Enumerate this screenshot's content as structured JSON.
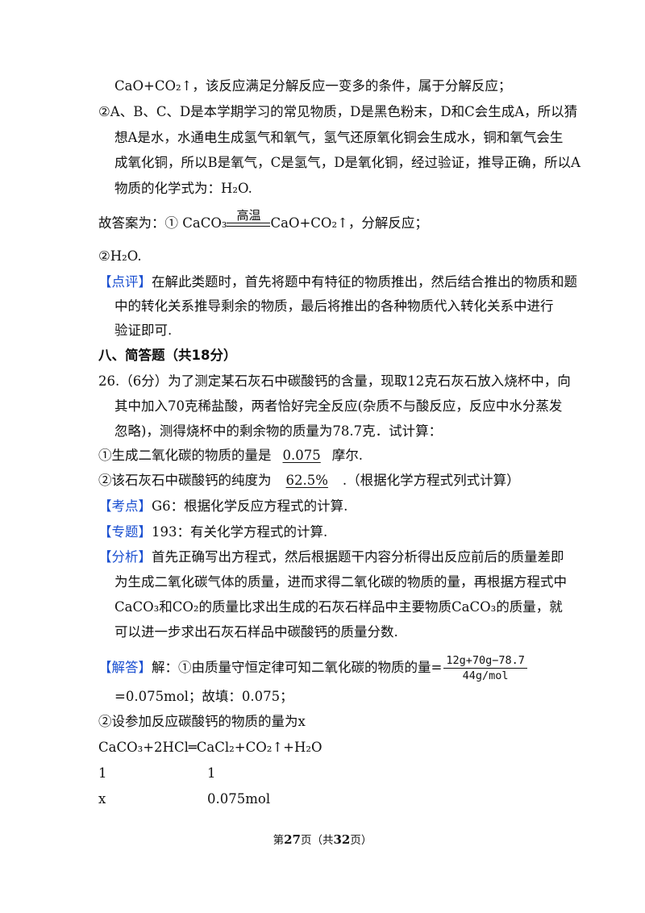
{
  "lines": {
    "l1": "CaO+CO₂↑，该反应满足分解反应一变多的条件，属于分解反应；",
    "l2": "②A、B、C、D是本学期学习的常见物质，D是黑色粉末，D和C会生成A，所以猜",
    "l3": "想A是水，水通电生成氢气和氧气，氢气还原氧化铜会生成水，铜和氧气会生",
    "l4": "成氧化铜，所以B是氧气，C是氢气，D是氧化铜，经过验证，推导正确，所以A",
    "l5": "物质的化学式为：H₂O.",
    "ans_prefix": "故答案为：① CaCO₃",
    "ans_cond": "高温",
    "ans_suffix": "CaO+CO₂↑，分解反应；",
    "l7": "②H₂O.",
    "comment_tag": "【点评】",
    "comment_1": "在解此类题时，首先将题中有特征的物质推出，然后结合推出的物质和题",
    "comment_2": "中的转化关系推导剩余的物质，最后将推出的各种物质代入转化关系中进行",
    "comment_3": "验证即可.",
    "section": "八、简答题（共18分）",
    "q26_1": "26.（6分）为了测定某石灰石中碳酸钙的含量，现取12克石灰石放入烧杯中，向",
    "q26_2": "其中加入70克稀盐酸，两者恰好完全反应(杂质不与酸反应，反应中水分蒸发",
    "q26_3": "忽略)，测得烧杯中的剩余物的质量为78.7克．试计算：",
    "q1_pre": "①生成二氧化碳的物质的量是",
    "q1_ans": "0.075",
    "q1_post": "摩尔.",
    "q2_pre": "②该石灰石中碳酸钙的纯度为",
    "q2_ans": "62.5%",
    "q2_post": ".（根据化学方程式列式计算）",
    "kd_tag": "【考点】",
    "kd_text": "G6：根据化学反应方程式的计算.",
    "zt_tag": "【专题】",
    "zt_text": "193：有关化学方程式的计算.",
    "fx_tag": "【分析】",
    "fx_1": "首先正确写出方程式，然后根据题干内容分析得出反应前后的质量差即",
    "fx_2": "为生成二氧化碳气体的质量，进而求得二氧化碳的物质的量，再根据方程式中",
    "fx_3": "CaCO₃和CO₂的质量比求出生成的石灰石样品中主要物质CaCO₃的质量，就",
    "fx_4": "可以进一步求出石灰石样品中碳酸钙的质量分数.",
    "jd_tag": "【解答】",
    "jd_text": "解：①由质量守恒定律可知二氧化碳的物质的量=",
    "frac_num": "12g+70g−78.7",
    "frac_den": "44g/mol",
    "jd_2": "=0.075mol；故填：0.075；",
    "jd_3": "②设参加反应碳酸钙的物质的量为x",
    "eq": "CaCO₃+2HCl═CaCl₂+CO₂↑+H₂O",
    "r1a": "1",
    "r1b": "1",
    "r2a": "x",
    "r2b": "0.075mol"
  },
  "footer": {
    "pre": "第",
    "page": "27",
    "mid": "页（共",
    "total": "32",
    "post": "页）"
  }
}
